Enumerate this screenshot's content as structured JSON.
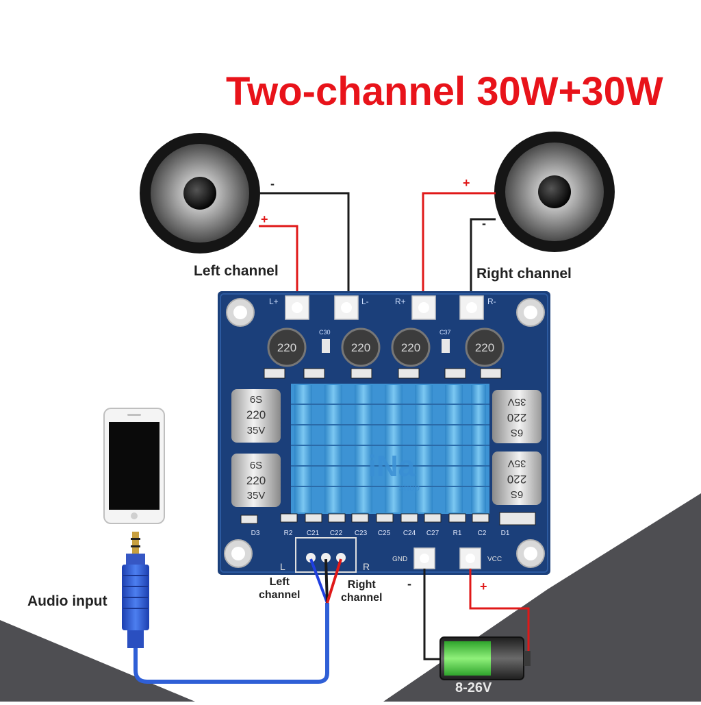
{
  "title": "Two-channel 30W+30W",
  "labels": {
    "left_channel_top": "Left channel",
    "right_channel_top": "Right channel",
    "audio_input": "Audio input",
    "left_channel_bottom": "Left\nchannel",
    "right_channel_bottom": "Right\nchannel",
    "voltage": "8-26V"
  },
  "polarity": {
    "plus": "+",
    "minus": "-"
  },
  "board": {
    "terminals_top": [
      "L+",
      "L-",
      "R+",
      "R-"
    ],
    "inductor_label": "220",
    "cap_lines": [
      "6S",
      "220",
      "35V"
    ],
    "gnd": "GND",
    "vcc": "VCC",
    "jack_left": "L",
    "jack_right": "R",
    "component_labels": [
      "D3",
      "R2",
      "C21",
      "C22",
      "C23",
      "C25",
      "C24",
      "C27",
      "R1",
      "C2",
      "D1"
    ],
    "small_top": [
      "C30",
      "C37"
    ]
  },
  "watermark": {
    "main": "iNa",
    "sub": "shop"
  },
  "colors": {
    "title": "#e8131a",
    "board": "#1b3f7a",
    "heatsink": "#4aa8e0",
    "wire_red": "#e01818",
    "wire_black": "#1a1a1a",
    "battery_green": "#3cc63a",
    "background_gray": "#4e4e52"
  }
}
